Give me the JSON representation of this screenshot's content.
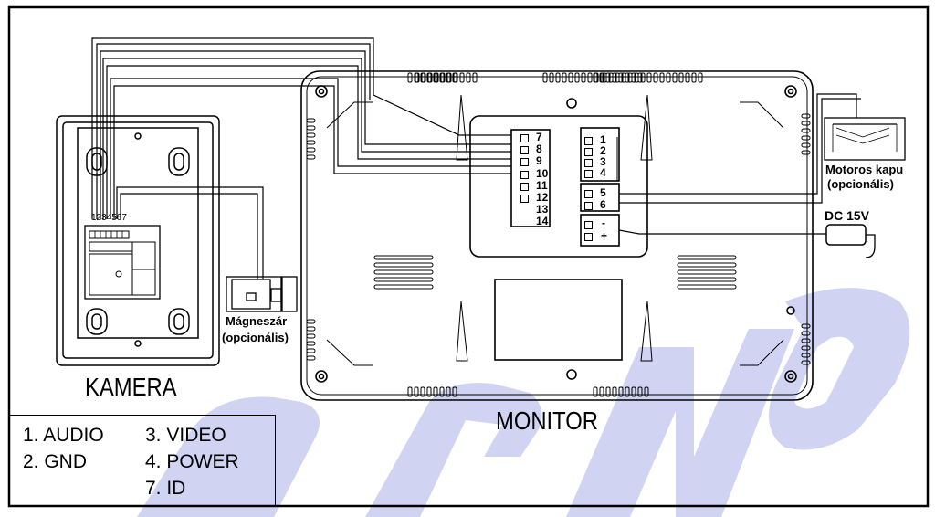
{
  "labels": {
    "kamera": "KAMERA",
    "monitor": "MONITOR",
    "camera_pins": "1234567",
    "lock": "Mágneszár",
    "lock_optional": "(opcionális)",
    "gate": "Motoros kapu",
    "gate_optional": "(opcionális)",
    "dc": "DC 15V",
    "minus": "-",
    "plus": "+"
  },
  "terminals_left": [
    "7",
    "8",
    "9",
    "10",
    "11",
    "12",
    "13",
    "14"
  ],
  "terminals_right_top": [
    "1",
    "2",
    "3",
    "4"
  ],
  "terminals_right_mid": [
    "5",
    "6"
  ],
  "legend": {
    "col1": [
      "1. AUDIO",
      "2. GND"
    ],
    "col2": [
      "3. VIDEO",
      "4. POWER",
      "7. ID"
    ]
  },
  "watermark": "ORNO",
  "colors": {
    "line": "#000000",
    "watermark": "#c8ccf0",
    "background": "#ffffff"
  }
}
